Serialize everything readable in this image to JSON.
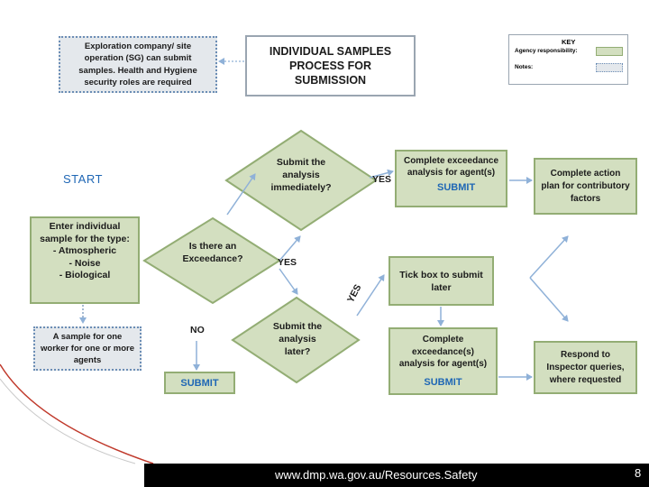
{
  "colors": {
    "agency_fill": "#d3dfc0",
    "agency_border": "#93ad74",
    "note_fill": "#e4e8ec",
    "note_border": "#6b8db5",
    "submit_blue": "#1f67b5",
    "arrow": "#8fb1d8",
    "footer_bg": "#000000",
    "accent_red": "#c0392b"
  },
  "note_top": "Exploration company/ site operation (SG) can submit samples.  Health and Hygiene security roles are required",
  "title": "INDIVIDUAL SAMPLES PROCESS FOR SUBMISSION",
  "key": {
    "title": "KEY",
    "agency": "Agency responsibility:",
    "notes": "Notes:"
  },
  "start": "START",
  "enter_box": {
    "line1": "Enter individual",
    "line2": "sample for the type:",
    "line3": "- Atmospheric",
    "line4": "- Noise",
    "line5": "- Biological"
  },
  "note_sample": "A sample for one worker for one or more agents",
  "decision_submit_now": {
    "line1": "Submit the",
    "line2": "analysis",
    "line3": "immediately?"
  },
  "decision_exceedance": {
    "line1": "Is there an",
    "line2": "Exceedance?"
  },
  "decision_submit_later": {
    "line1": "Submit the",
    "line2": "analysis",
    "line3": "later?"
  },
  "labels": {
    "yes_top": "YES",
    "yes_mid": "YES",
    "yes_diag": "YES",
    "no": "NO"
  },
  "box_complete_top": {
    "text": "Complete exceedance analysis for agent(s)",
    "submit": "SUBMIT"
  },
  "box_tick": "Tick box to submit later",
  "box_complete_bottom": {
    "text": "Complete exceedance(s) analysis for agent(s)",
    "submit": "SUBMIT"
  },
  "box_submit_left": "SUBMIT",
  "box_action_plan": "Complete action plan for contributory factors",
  "box_respond": "Respond to Inspector queries, where requested",
  "footer": {
    "url": "www.dmp.wa.gov.au/Resources.Safety",
    "page": "8"
  }
}
